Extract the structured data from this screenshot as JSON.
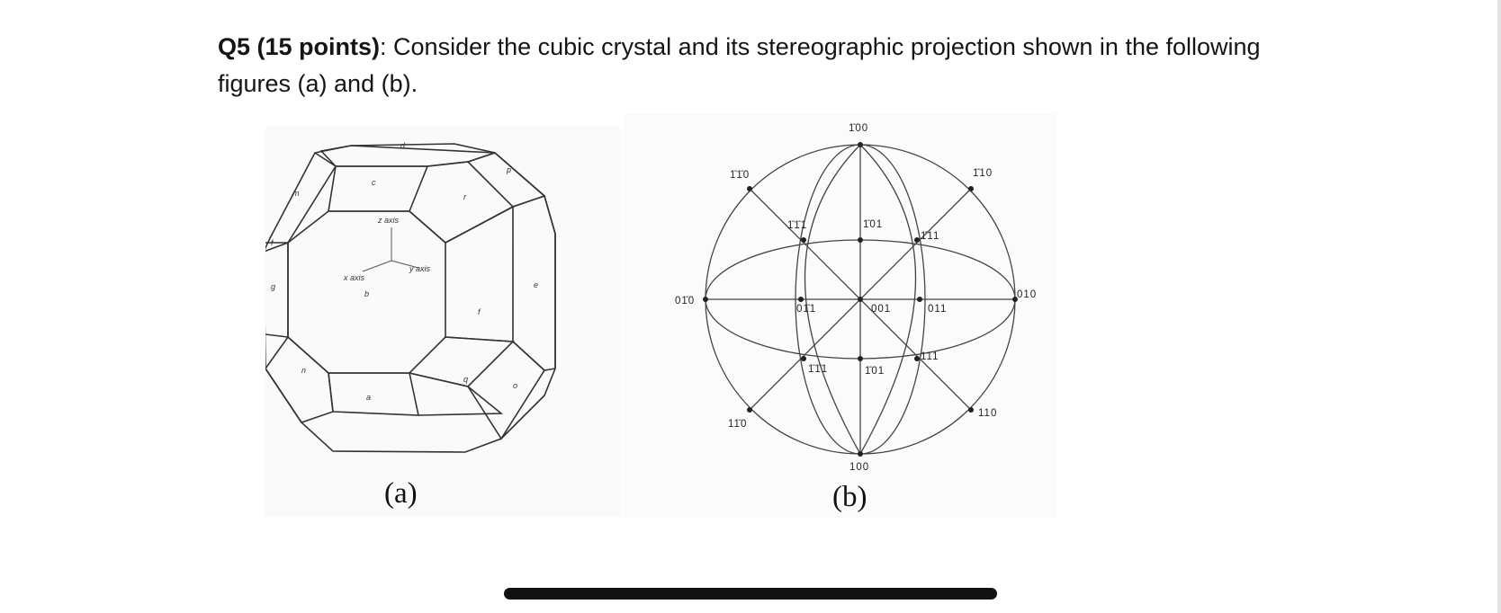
{
  "question": {
    "label": "Q5 (15 points)",
    "text": ": Consider the cubic crystal and its stereographic projection shown in the following figures (a) and (b)."
  },
  "figure_a": {
    "caption": "(a)",
    "face_labels": [
      "d",
      "m",
      "c",
      "p",
      "r",
      "f",
      "e",
      "g",
      "b",
      "f",
      "n",
      "a",
      "q",
      "o"
    ],
    "axis_labels": [
      "z axis",
      "x axis",
      "y axis"
    ]
  },
  "figure_b": {
    "caption": "(b)",
    "poles": [
      "1̄00",
      "1̄1̄0",
      "1̄10",
      "1̄1̄1",
      "1̄01",
      "1̄11",
      "01̄0",
      "01̄1",
      "001",
      "011",
      "010",
      "1̄1̄1",
      "1̄01",
      "111",
      "11̄0",
      "110",
      "100"
    ]
  }
}
